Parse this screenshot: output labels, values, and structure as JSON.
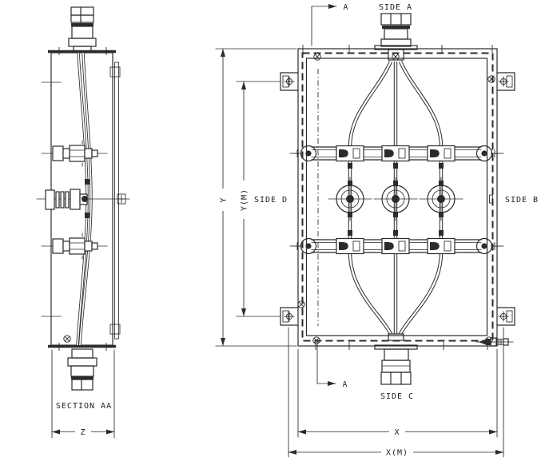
{
  "drawing": {
    "background": "#ffffff",
    "line_color": "#2b2b2b",
    "section_view": {
      "caption": "SECTION AA",
      "depth_dimension": "Z"
    },
    "front_view": {
      "sides": {
        "top": "SIDE A",
        "right": "SIDE B",
        "bottom": "SIDE C",
        "left": "SIDE D"
      },
      "section_cut_label": "A",
      "dimensions": {
        "width": "X",
        "width_mounting": "X(M)",
        "height": "Y",
        "height_mounting": "Y(M)"
      }
    }
  }
}
